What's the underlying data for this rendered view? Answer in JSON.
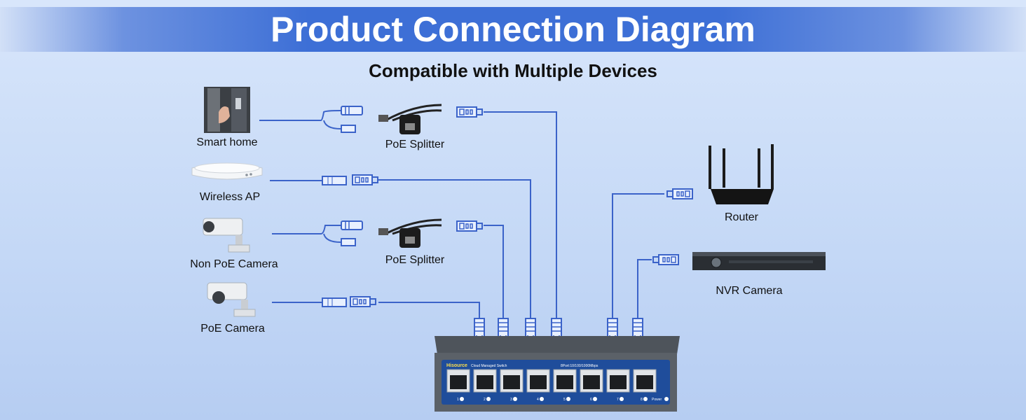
{
  "title": "Product Connection Diagram",
  "subtitle": "Compatible with Multiple Devices",
  "devices": {
    "smart_home": "Smart home",
    "wireless_ap": "Wireless AP",
    "non_poe_camera": "Non PoE Camera",
    "poe_camera": "PoE Camera",
    "router": "Router",
    "nvr_camera": "NVR Camera"
  },
  "splitters": {
    "splitter_1": "PoE Splitter",
    "splitter_2": "PoE Splitter"
  },
  "switch": {
    "brand": "Hisource",
    "model": "Cloud Managed Switch",
    "spec": "8Port:10/100/1000Mbps",
    "ports": [
      "1",
      "2",
      "3",
      "4",
      "5",
      "6",
      "7",
      "8"
    ],
    "power": "Power"
  },
  "colors": {
    "cable": "#3b63c9",
    "banner": "#3d6fd6",
    "switch_body": "#5b6168",
    "port_panel": "#1f4d9b"
  }
}
